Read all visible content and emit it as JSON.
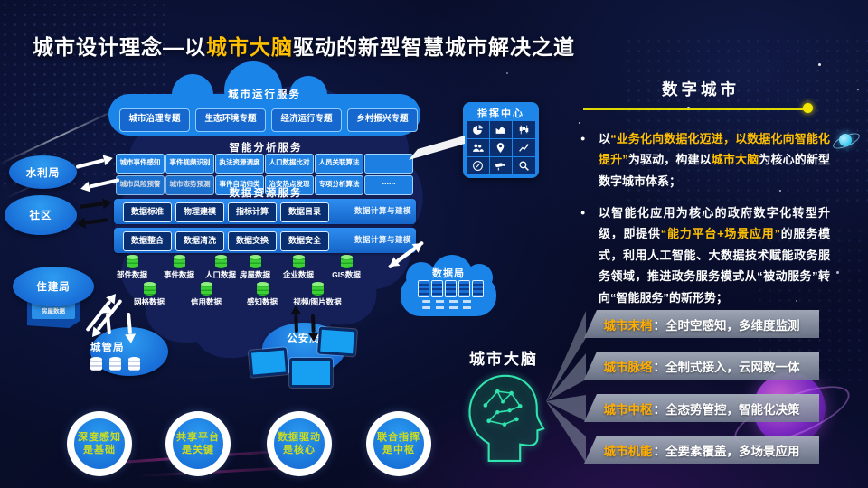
{
  "title": {
    "pre": "城市设计理念—以",
    "highlight": "城市大脑",
    "post": "驱动的新型智慧城市解决之道"
  },
  "colors": {
    "accent_yellow": "#ffc000",
    "bright_blue": "#1e88e5",
    "cylinder_green": "#3ecf37",
    "circle_text": "#ccdc1e",
    "bar_label_orange": "#ffae00",
    "underline_yellow": "#ded900"
  },
  "icons": {
    "command_center": [
      "pie-chart-icon",
      "area-chart-icon",
      "candlestick-icon",
      "team-icon",
      "map-pin-icon",
      "trend-line-icon",
      "gauge-icon",
      "camera-icon",
      "magnifier-icon"
    ],
    "data_source": "database-cylinder-icon",
    "data_bureau": "server-rack-icon",
    "police": "monitor-icon",
    "brain": "circuit-brain-head-icon"
  },
  "diagram": {
    "run_services": {
      "title": "城市运行服务",
      "items": [
        "城市治理专题",
        "生态环境专题",
        "经济运行专题",
        "乡村振兴专题"
      ]
    },
    "analysis_services": {
      "title": "智能分析服务",
      "row1": [
        "城市事件感知",
        "事件视频识别",
        "执法资源调度",
        "人口数据比对",
        "人员关联算法",
        ""
      ],
      "row2": [
        "城市风险预警",
        "城市态势预测",
        "事件自动归类",
        "治安热点发现",
        "专项分析算法",
        "⋯⋯"
      ]
    },
    "data_services": {
      "title": "数据资源服务",
      "band_label": "数据计算与建模",
      "row1": [
        "数据标准",
        "物理建模",
        "指标计算",
        "数据目录"
      ],
      "row2": [
        "数据整合",
        "数据清洗",
        "数据交换",
        "数据安全"
      ]
    },
    "data_sources_row1": [
      "部件数据",
      "事件数据",
      "人口数据",
      "房屋数据",
      "企业数据",
      "GIS数据"
    ],
    "data_sources_row2": [
      "网格数据",
      "信用数据",
      "感知数据",
      "视频/图片数据"
    ],
    "nodes": {
      "water": "水利局",
      "community": "社区",
      "housing": "住建局",
      "housing_box": "房屋数据",
      "cityadmin": "城管局",
      "police": "公安局",
      "databureau": "数据局",
      "command": "指挥中心"
    },
    "brain_label": "城市大脑",
    "principles": [
      [
        "深度感知",
        "是基础"
      ],
      [
        "共享平台",
        "是关键"
      ],
      [
        "数据驱动",
        "是核心"
      ],
      [
        "联合指挥",
        "是中枢"
      ]
    ]
  },
  "panel": {
    "header": "数字城市",
    "bullet1": {
      "s1": "以",
      "h1": "“业务化向数据化迈进，以数据化向智能化提升”",
      "s2": "为驱动，构建以",
      "h2": "城市大脑",
      "s3": "为核心的新型数字城市体系；"
    },
    "bullet2": {
      "s1": "以智能化应用为核心的政府数字化转型升级，即提供",
      "h1": "“能力平台+场景应用”",
      "s2": "的服务模式，利用人工智能、大数据技术赋能政务服务领域，推进政务服务模式从“被动服务”转向“智能服务”的新形势；"
    },
    "features": [
      {
        "label": "城市末梢",
        "sep": "：",
        "desc": "全时空感知，多维度监测"
      },
      {
        "label": "城市脉络",
        "sep": "：",
        "desc": "全制式接入，云网数一体"
      },
      {
        "label": "城市中枢",
        "sep": "：",
        "desc": "全态势管控，智能化决策"
      },
      {
        "label": "城市机能",
        "sep": "：",
        "desc": "全要素覆盖，多场景应用"
      }
    ]
  }
}
